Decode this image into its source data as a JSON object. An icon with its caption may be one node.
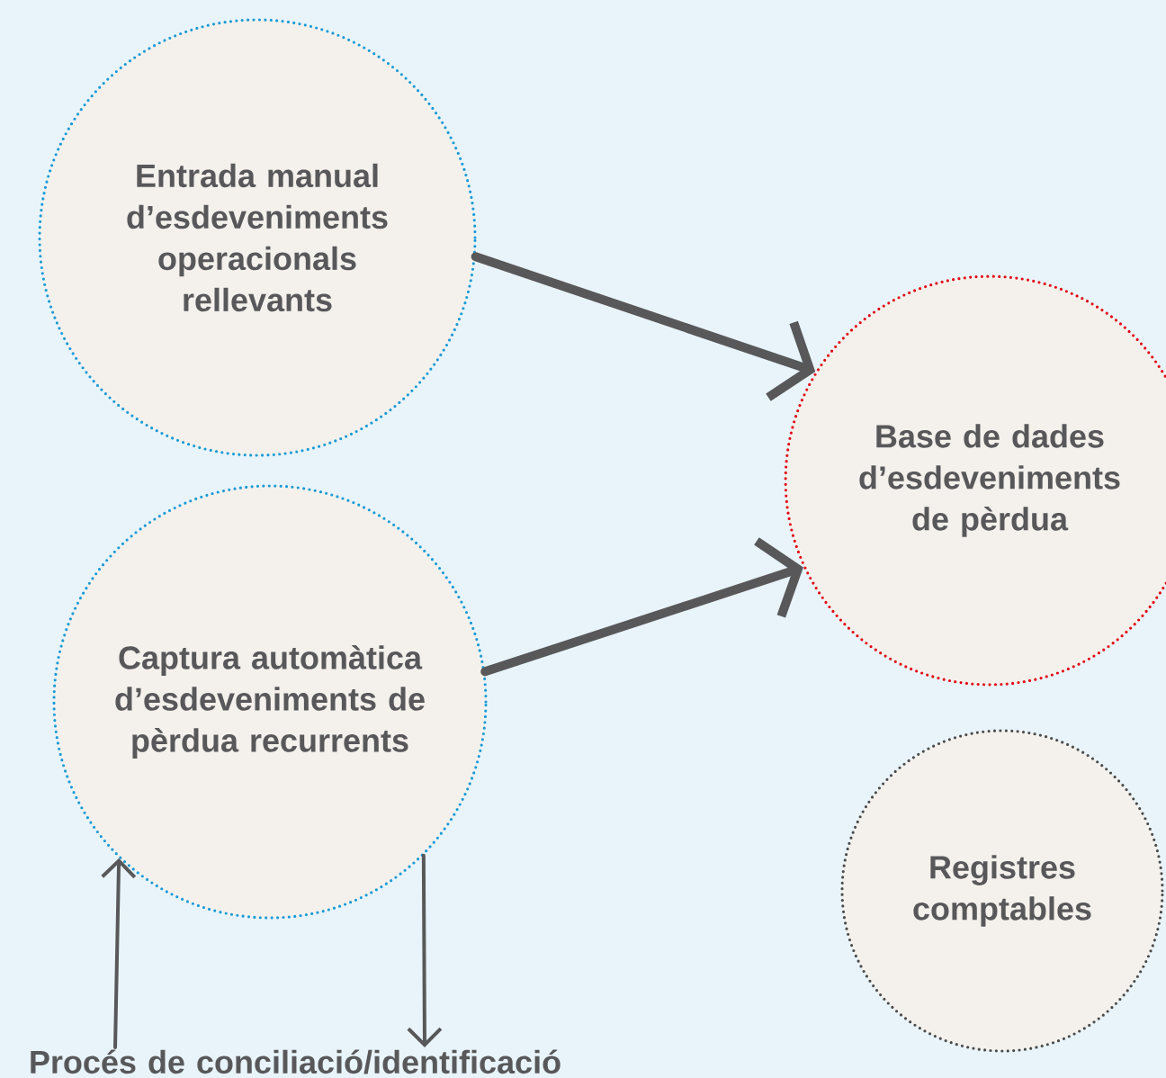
{
  "diagram": {
    "nodes": [
      {
        "text": [
          "Entrada manual d’esdeveniments operacionals rellevants"
        ]
      },
      {
        "text": [
          "Captura automàtica d’esdeveniments de pèrdua recurrents"
        ]
      },
      {
        "text": [
          "Base de dades d’esdeveniments de pèrdua"
        ]
      },
      {
        "text": [
          "Registres comptables"
        ]
      },
      {
        "text": [
          "Procés de conciliació/identificació"
        ]
      }
    ],
    "edges": [
      {
        "from": 0,
        "to": 2,
        "arrow": "to",
        "style": "thick"
      },
      {
        "from": 1,
        "to": 2,
        "arrow": "to",
        "style": "thick"
      },
      {
        "from": 4,
        "to": 1,
        "arrow": "to"
      },
      {
        "from": 1,
        "to": 4,
        "arrow": "to"
      }
    ]
  }
}
